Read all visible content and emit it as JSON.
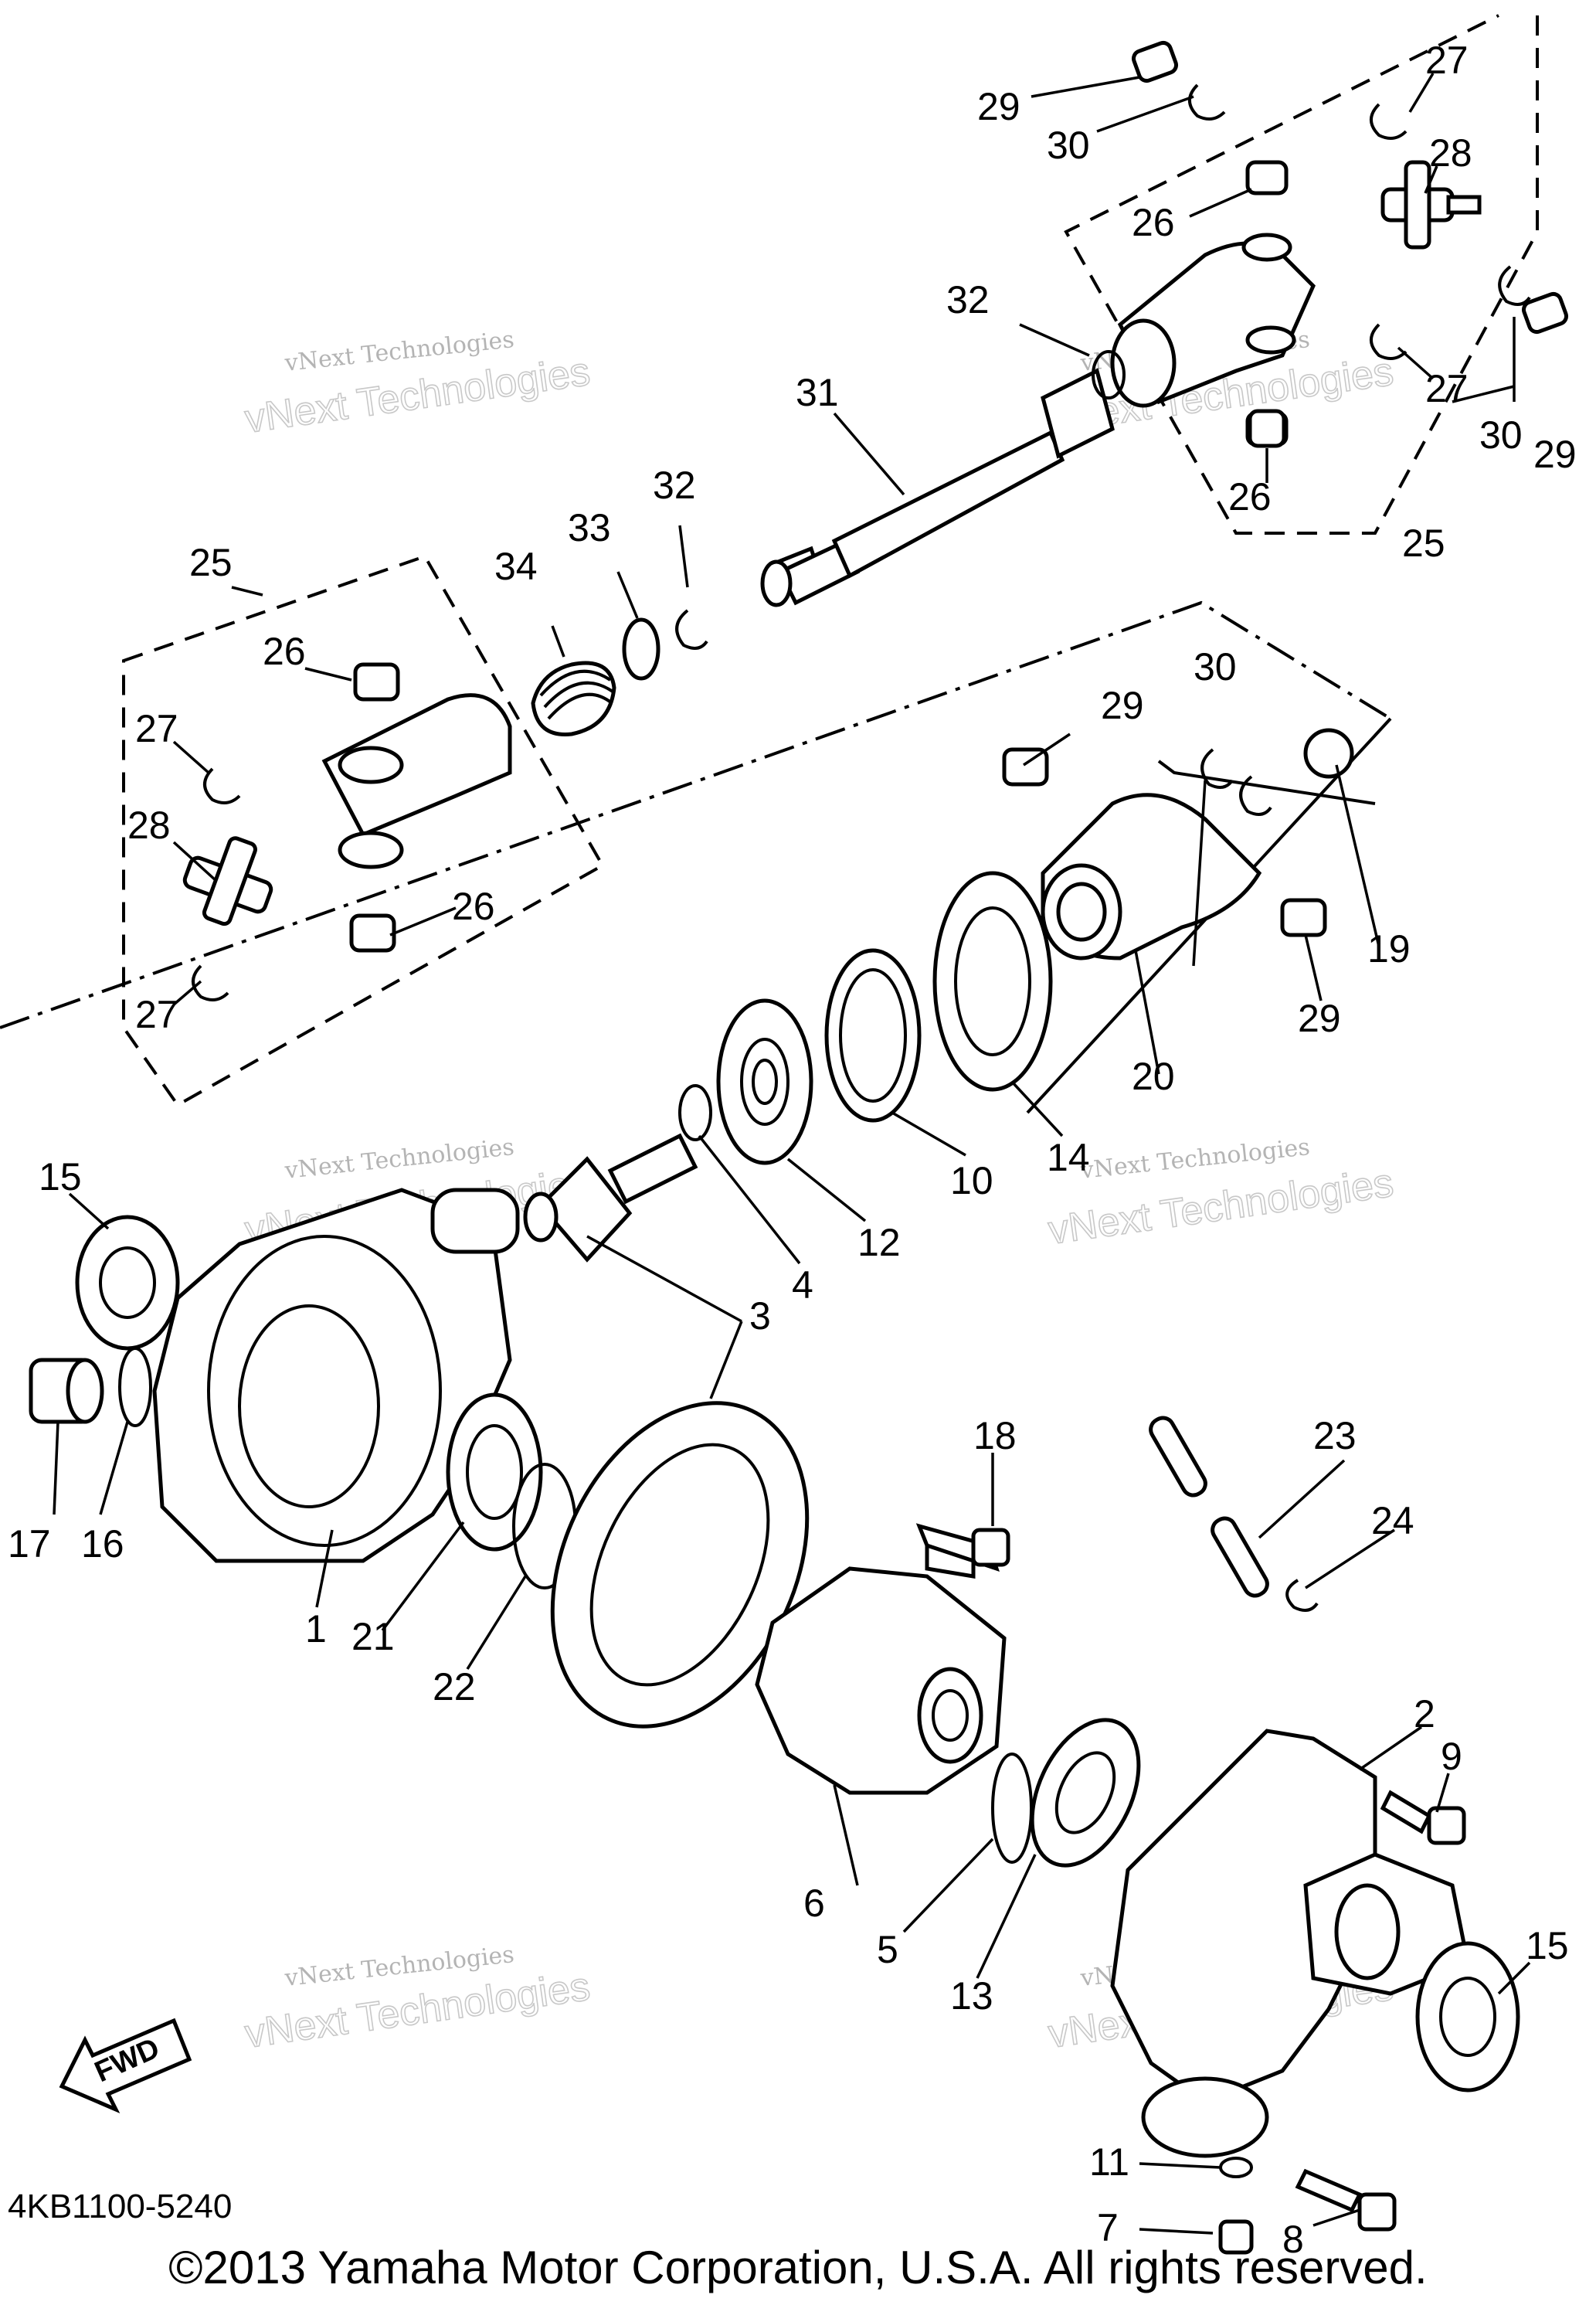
{
  "diagram": {
    "figure_code": "4KB1100-5240",
    "fwd_label": "FWD",
    "copyright": "©2013 Yamaha Motor Corporation, U.S.A. All rights reserved.",
    "watermark_text": "vNext Technologies",
    "watermark_big": "vNext Technologies",
    "callouts": [
      "1",
      "2",
      "3",
      "4",
      "5",
      "6",
      "7",
      "8",
      "9",
      "10",
      "11",
      "12",
      "13",
      "14",
      "15",
      "15",
      "16",
      "17",
      "18",
      "19",
      "20",
      "21",
      "22",
      "23",
      "24",
      "25",
      "25",
      "26",
      "26",
      "26",
      "26",
      "27",
      "27",
      "27",
      "27",
      "28",
      "28",
      "29",
      "29",
      "29",
      "29",
      "30",
      "30",
      "30",
      "31",
      "32",
      "32",
      "33",
      "34"
    ]
  }
}
